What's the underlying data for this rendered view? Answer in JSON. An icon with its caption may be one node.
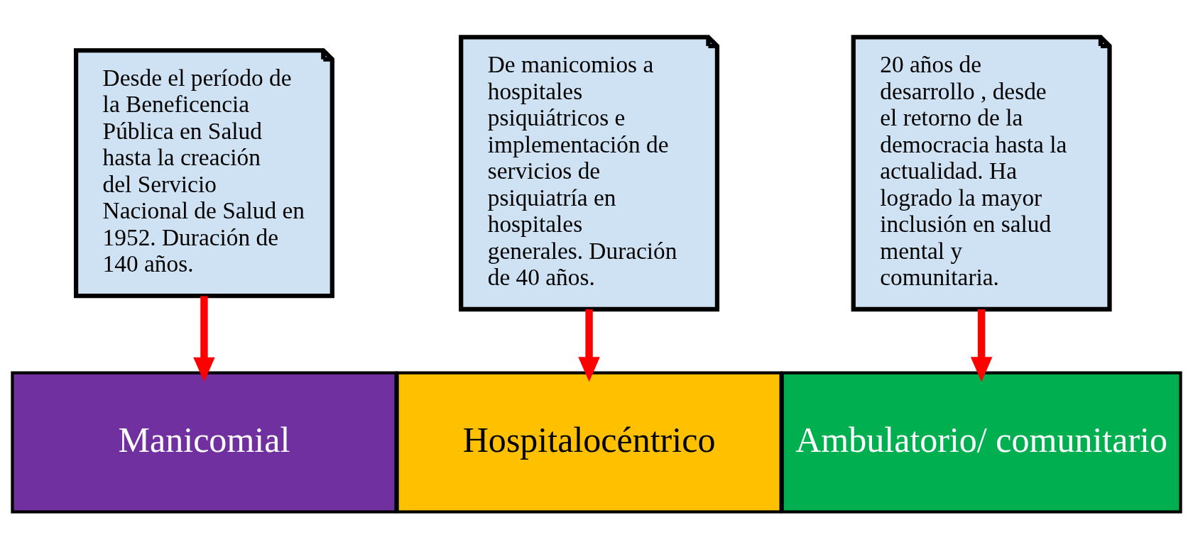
{
  "diagram": {
    "nodes": [
      {
        "text": [
          "Desde el período de la Beneficencia Pública en Salud hasta la creación del Servicio Nacional de Salud en 1952. Duración de 140 años."
        ]
      },
      {
        "text": [
          "De manicomios a hospitales psiquiátricos e implementación de servicios de psiquiatría en hospitales generales. Duración de 40 años."
        ]
      },
      {
        "text": [
          "20 años de desarrollo , desde el retorno de la democracia hasta la actualidad. Ha logrado la mayor inclusión en salud mental y comunitaria."
        ]
      },
      {
        "text": [
          "Manicomial"
        ]
      },
      {
        "text": [
          "Hospitalocéntrico"
        ]
      },
      {
        "text": [
          "Ambulatorio/ comunitario"
        ]
      }
    ],
    "edges": [
      {
        "from": 0,
        "to": 3,
        "arrow": "to"
      },
      {
        "from": 1,
        "to": 4,
        "arrow": "to"
      },
      {
        "from": 2,
        "to": 5,
        "arrow": "to"
      }
    ]
  }
}
